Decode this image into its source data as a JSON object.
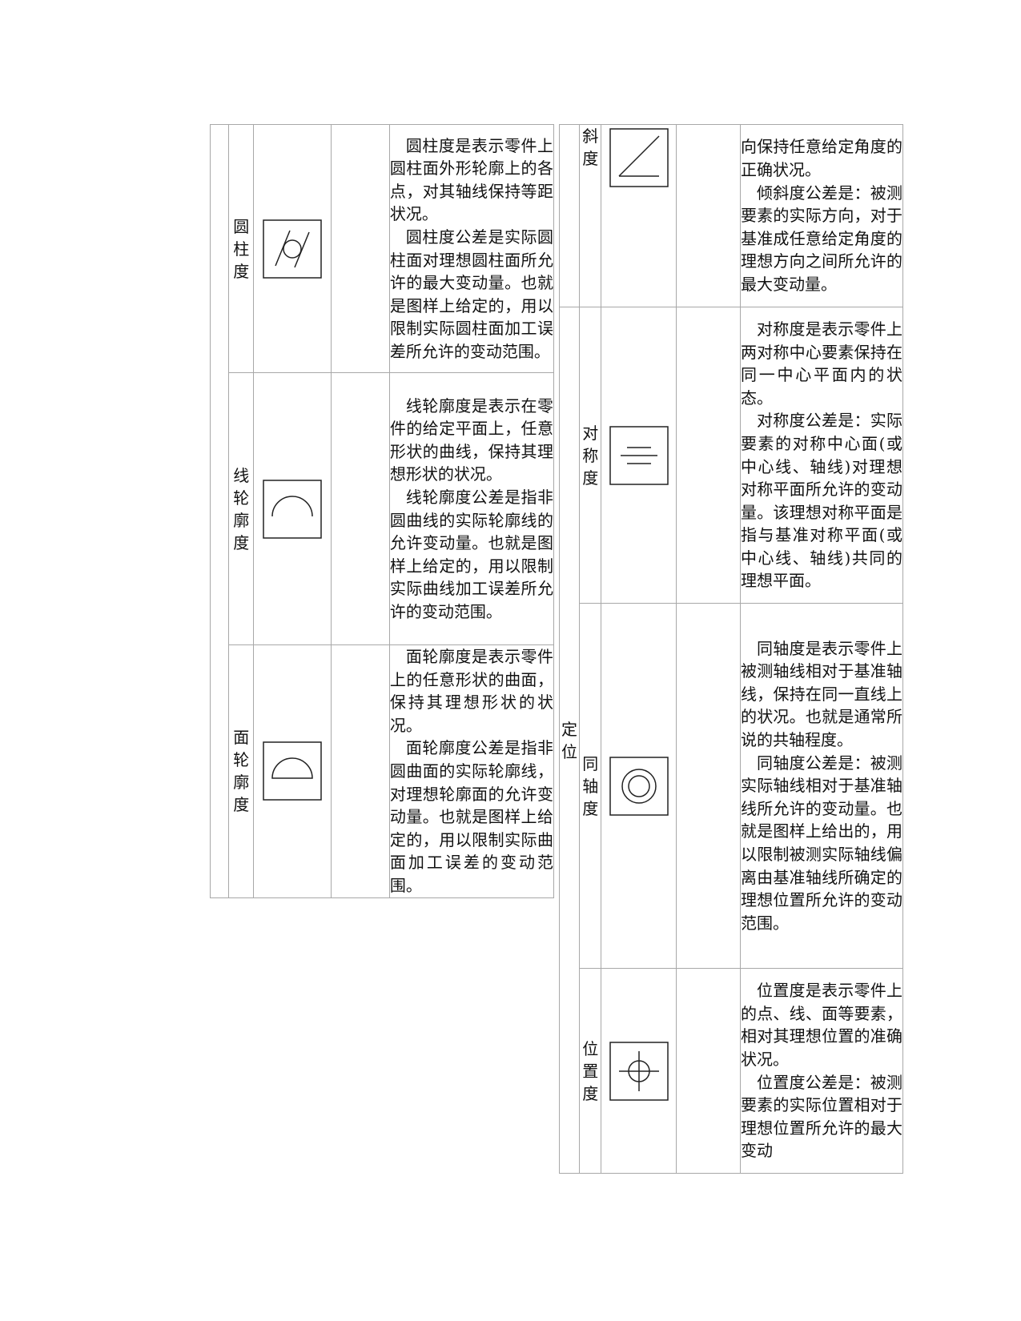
{
  "left_table": {
    "rows": [
      {
        "name": "圆柱度",
        "symbol_icon": "cylindricity-icon",
        "description": [
          "圆柱度是表示零件上圆柱面外形轮廓上的各点，对其轴线保持等距状况。",
          "圆柱度公差是实际圆柱面对理想圆柱面所允许的最大变动量。也就是图样上给定的，用以限制实际圆柱面加工误差所允许的变动范围。"
        ]
      },
      {
        "name": "线轮廓度",
        "symbol_icon": "line-profile-icon",
        "description": [
          "线轮廓度是表示在零件的给定平面上，任意形状的曲线，保持其理想形状的状况。",
          "线轮廓度公差是指非圆曲线的实际轮廓线的允许变动量。也就是图样上给定的，用以限制实际曲线加工误差所允许的变动范围。"
        ]
      },
      {
        "name": "面轮廓度",
        "symbol_icon": "surface-profile-icon",
        "description": [
          "面轮廓度是表示零件上的任意形状的曲面，保持其理想形状的状况。",
          "面轮廓度公差是指非圆曲面的实际轮廓线，对理想轮廓面的允许变动量。也就是图样上给定的，用以限制实际曲面加工误差的变动范围。"
        ]
      }
    ]
  },
  "right_table": {
    "group_label": "定位",
    "rows": [
      {
        "name": "斜度",
        "symbol_icon": "angularity-icon",
        "description": [
          "向保持任意给定角度的正确状况。",
          "倾斜度公差是：被测要素的实际方向，对于基准成任意给定角度的理想方向之间所允许的最大变动量。"
        ]
      },
      {
        "name": "对称度",
        "symbol_icon": "symmetry-icon",
        "description": [
          "对称度是表示零件上两对称中心要素保持在同一中心平面内的状态。",
          "对称度公差是：实际要素的对称中心面(或中心线、轴线)对理想对称平面所允许的变动量。该理想对称平面是指与基准对称平面(或中心线、轴线)共同的理想平面。"
        ]
      },
      {
        "name": "同轴度",
        "symbol_icon": "concentricity-icon",
        "description": [
          "同轴度是表示零件上被测轴线相对于基准轴线，保持在同一直线上的状况。也就是通常所说的共轴程度。",
          "同轴度公差是：被测实际轴线相对于基准轴线所允许的变动量。也就是图样上给出的，用以限制被测实际轴线偏离由基准轴线所确定的理想位置所允许的变动范围。"
        ]
      },
      {
        "name": "位置度",
        "symbol_icon": "position-icon",
        "description": [
          "位置度是表示零件上的点、线、面等要素，相对其理想位置的准确状况。",
          "位置度公差是：被测要素的实际位置相对于理想位置所允许的最大变动"
        ]
      }
    ]
  }
}
